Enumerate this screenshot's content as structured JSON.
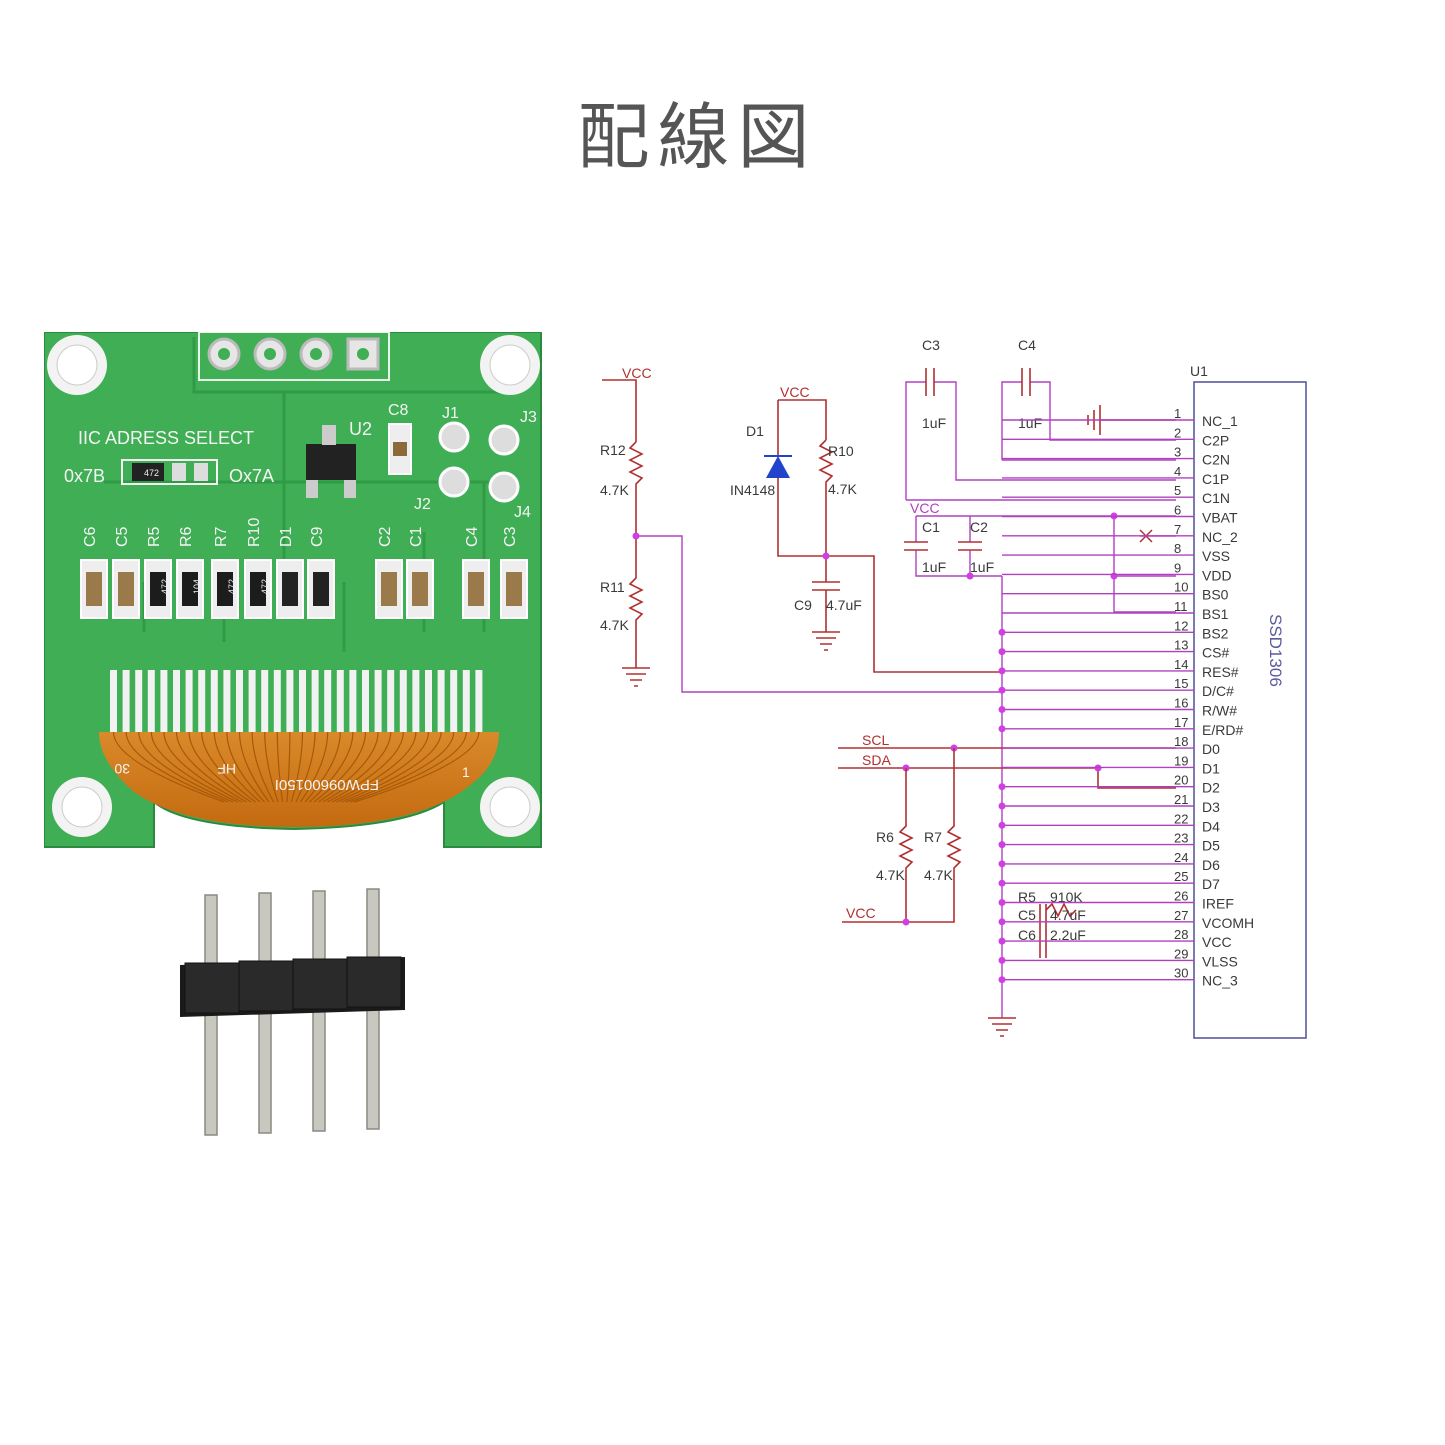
{
  "title": "配線図",
  "pcb": {
    "silkscreen": {
      "iic": "IIC ADRESS SELECT",
      "addr_left": "0x7B",
      "addr_right": "Ox7A",
      "u2": "U2",
      "c8": "C8",
      "j1": "J1",
      "j2": "J2",
      "j3": "J3",
      "j4": "J4",
      "labels": [
        "C6",
        "C5",
        "R5",
        "R6",
        "R7",
        "R10",
        "D1",
        "C9",
        "C2",
        "C1",
        "C4",
        "C3"
      ],
      "resistor_codes": [
        "472",
        "104",
        "472",
        "472",
        "472"
      ],
      "pin30": "30",
      "pin1": "1",
      "hf": "HF",
      "fpc": "FPW09600150I"
    }
  },
  "schematic": {
    "vcc": "VCC",
    "r12": {
      "name": "R12",
      "value": "4.7K"
    },
    "r11": {
      "name": "R11",
      "value": "4.7K"
    },
    "d1": {
      "name": "D1",
      "value": "IN4148"
    },
    "r10": {
      "name": "R10",
      "value": "4.7K"
    },
    "c9": {
      "name": "C9",
      "value": "4.7uF"
    },
    "c3": {
      "name": "C3",
      "value": "1uF"
    },
    "c4": {
      "name": "C4",
      "value": "1uF"
    },
    "c1": {
      "name": "C1",
      "value": "1uF"
    },
    "c2": {
      "name": "C2",
      "value": "1uF"
    },
    "r6": {
      "name": "R6",
      "value": "4.7K"
    },
    "r7": {
      "name": "R7",
      "value": "4.7K"
    },
    "r5": {
      "name": "R5",
      "value": "910K"
    },
    "c5": {
      "name": "C5",
      "value": "4.7uF"
    },
    "c6": {
      "name": "C6",
      "value": "2.2uF"
    },
    "scl": "SCL",
    "sda": "SDA",
    "u1": "U1",
    "chip": "SSD1306",
    "pins": [
      {
        "num": "1",
        "name": "NC_1"
      },
      {
        "num": "2",
        "name": "C2P"
      },
      {
        "num": "3",
        "name": "C2N"
      },
      {
        "num": "4",
        "name": "C1P"
      },
      {
        "num": "5",
        "name": "C1N"
      },
      {
        "num": "6",
        "name": "VBAT"
      },
      {
        "num": "7",
        "name": "NC_2"
      },
      {
        "num": "8",
        "name": "VSS"
      },
      {
        "num": "9",
        "name": "VDD"
      },
      {
        "num": "10",
        "name": "BS0"
      },
      {
        "num": "11",
        "name": "BS1"
      },
      {
        "num": "12",
        "name": "BS2"
      },
      {
        "num": "13",
        "name": "CS#"
      },
      {
        "num": "14",
        "name": "RES#"
      },
      {
        "num": "15",
        "name": "D/C#"
      },
      {
        "num": "16",
        "name": "R/W#"
      },
      {
        "num": "17",
        "name": "E/RD#"
      },
      {
        "num": "18",
        "name": "D0"
      },
      {
        "num": "19",
        "name": "D1"
      },
      {
        "num": "20",
        "name": "D2"
      },
      {
        "num": "21",
        "name": "D3"
      },
      {
        "num": "22",
        "name": "D4"
      },
      {
        "num": "23",
        "name": "D5"
      },
      {
        "num": "24",
        "name": "D6"
      },
      {
        "num": "25",
        "name": "D7"
      },
      {
        "num": "26",
        "name": "IREF"
      },
      {
        "num": "27",
        "name": "VCOMH"
      },
      {
        "num": "28",
        "name": "VCC"
      },
      {
        "num": "29",
        "name": "VLSS"
      },
      {
        "num": "30",
        "name": "NC_3"
      }
    ]
  }
}
